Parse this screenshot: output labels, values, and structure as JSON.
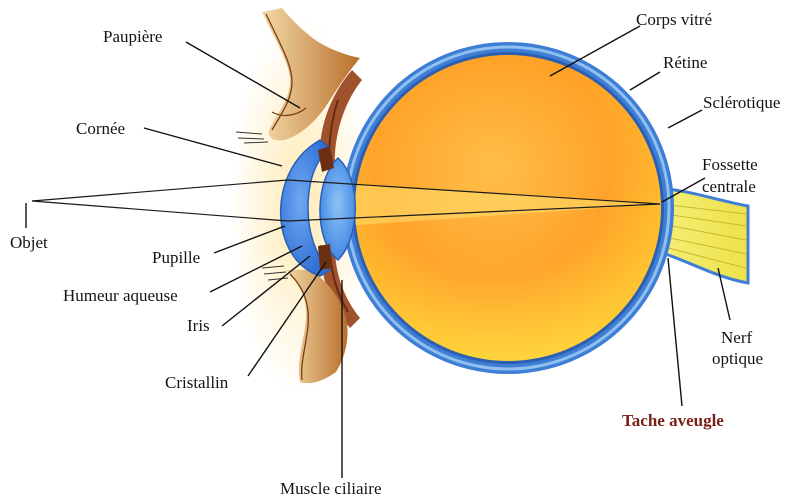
{
  "labels": {
    "paupiere": "Paupière",
    "cornee": "Cornée",
    "objet": "Objet",
    "pupille": "Pupille",
    "humeur_aqueuse": "Humeur aqueuse",
    "iris": "Iris",
    "cristallin": "Cristallin",
    "muscle_ciliaire": "Muscle ciliaire",
    "corps_vitre": "Corps vitré",
    "retine": "Rétine",
    "sclerotique": "Sclérotique",
    "fossette_line1": "Fossette",
    "fossette_line2": "centrale",
    "nerf_line1": "Nerf",
    "nerf_line2": "optique",
    "tache_aveugle": "Tache aveugle"
  },
  "colors": {
    "sclera": "#3f7ed6",
    "sclera_light": "#8fc0ee",
    "vitreous_center": "#ffb347",
    "vitreous_edge": "#ff9a1a",
    "vitreous_bottom": "#ffd53d",
    "cornea": "#4a89e8",
    "lens": "#5aa0ef",
    "nerve": "#f2e85a",
    "skin": "#c98a3a",
    "accent_label": "#7a1f17"
  }
}
